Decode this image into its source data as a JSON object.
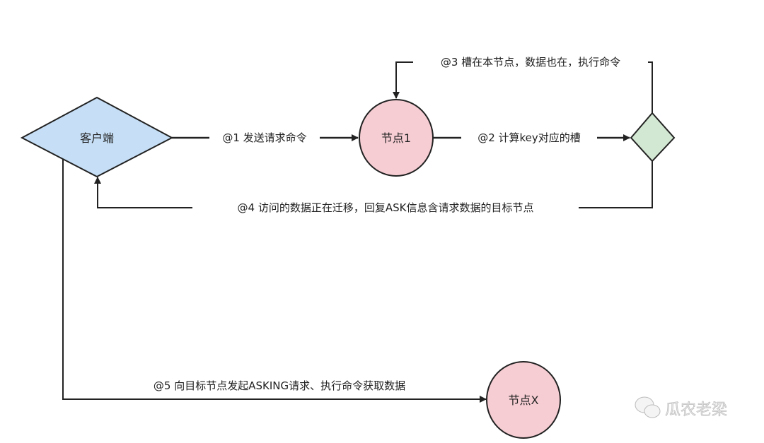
{
  "nodes": {
    "client": "客户端",
    "node1": "节点1",
    "nodeX": "节点X"
  },
  "edges": {
    "e1": "@1 发送请求命令",
    "e2": "@2 计算key对应的槽",
    "e3": "@3 槽在本节点，数据也在，执行命令",
    "e4": "@4 访问的数据正在迁移，回复ASK信息含请求数据的目标节点",
    "e5": "@5 向目标节点发起ASKING请求、执行命令获取数据"
  },
  "watermark": "瓜农老梁",
  "colors": {
    "client": "#c6dff6",
    "node": "#f6cdd3",
    "decision": "#d3e8d2",
    "stroke": "#222222"
  }
}
